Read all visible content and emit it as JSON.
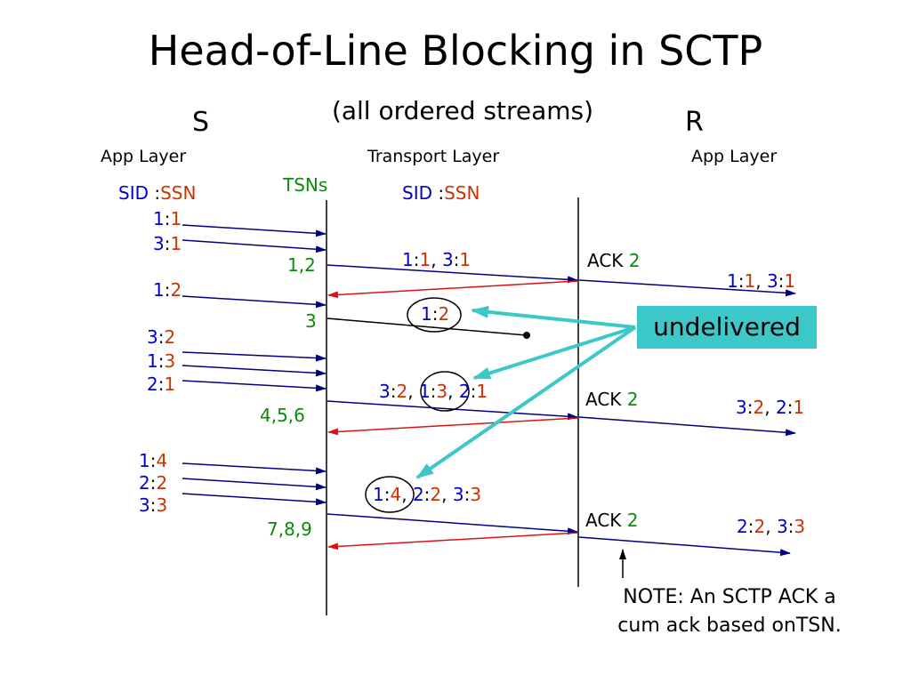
{
  "title": "Head-of-Line Blocking in SCTP",
  "subtitle": "(all ordered streams)",
  "sender_label": "S",
  "receiver_label": "R",
  "layers": {
    "sender_app": "App Layer",
    "transport": "Transport Layer",
    "receiver_app": "App Layer"
  },
  "headers": {
    "tsns": "TSNs",
    "sid": "SID",
    "colon": ":",
    "ssn": "SSN"
  },
  "sender_messages": [
    {
      "sid": "1",
      "ssn": "1"
    },
    {
      "sid": "3",
      "ssn": "1"
    },
    {
      "sid": "1",
      "ssn": "2"
    },
    {
      "sid": "3",
      "ssn": "2"
    },
    {
      "sid": "1",
      "ssn": "3"
    },
    {
      "sid": "2",
      "ssn": "1"
    },
    {
      "sid": "1",
      "ssn": "4"
    },
    {
      "sid": "2",
      "ssn": "2"
    },
    {
      "sid": "3",
      "ssn": "3"
    }
  ],
  "tsn_groups": [
    "1,2",
    "3",
    "4,5,6",
    "7,8,9"
  ],
  "packets": [
    [
      {
        "sid": "1",
        "ssn": "1"
      },
      {
        "sid": "3",
        "ssn": "1"
      }
    ],
    [
      {
        "sid": "1",
        "ssn": "2"
      }
    ],
    [
      {
        "sid": "3",
        "ssn": "2"
      },
      {
        "sid": "1",
        "ssn": "3"
      },
      {
        "sid": "2",
        "ssn": "1"
      }
    ],
    [
      {
        "sid": "1",
        "ssn": "4"
      },
      {
        "sid": "2",
        "ssn": "2"
      },
      {
        "sid": "3",
        "ssn": "3"
      }
    ]
  ],
  "acks": [
    {
      "label": "ACK",
      "value": "2"
    },
    {
      "label": "ACK",
      "value": "2"
    },
    {
      "label": "ACK",
      "value": "2"
    }
  ],
  "deliveries": [
    [
      {
        "sid": "1",
        "ssn": "1"
      },
      {
        "sid": "3",
        "ssn": "1"
      }
    ],
    [
      {
        "sid": "3",
        "ssn": "2"
      },
      {
        "sid": "2",
        "ssn": "1"
      }
    ],
    [
      {
        "sid": "2",
        "ssn": "2"
      },
      {
        "sid": "3",
        "ssn": "3"
      }
    ]
  ],
  "undelivered_label": "undelivered",
  "note": {
    "line1": "NOTE: An SCTP ACK a",
    "line2": "cum ack based onTSN."
  },
  "colors": {
    "sid": "#0000cc",
    "ssn": "#cc3300",
    "tsn": "#0b8a0b",
    "data_arrow": "#000080",
    "ack_arrow": "#dd1111",
    "callout": "#3cc8c8"
  }
}
